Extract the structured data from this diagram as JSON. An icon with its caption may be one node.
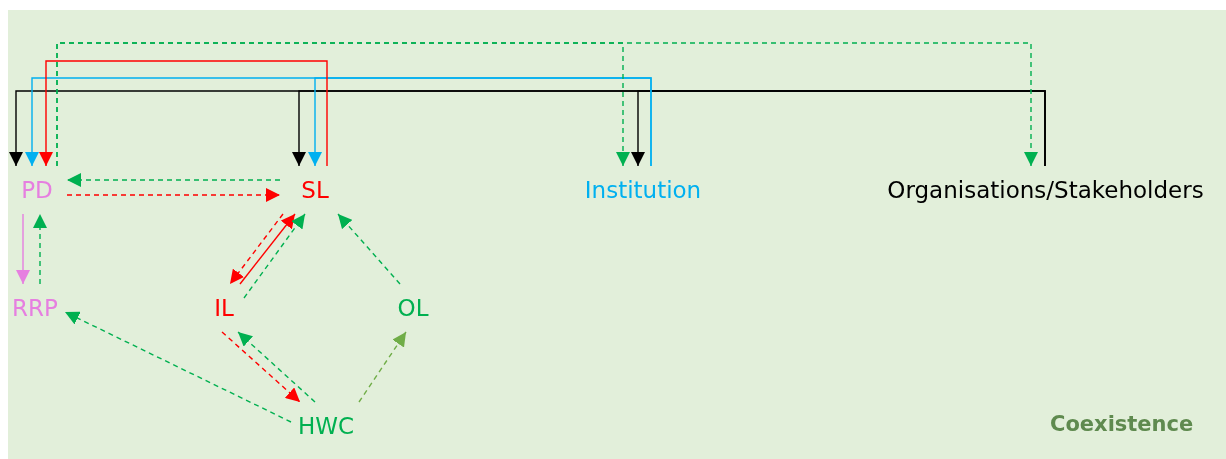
{
  "diagram": {
    "nodes": [
      {
        "text": [
          "PD"
        ]
      },
      {
        "text": [
          "SL"
        ]
      },
      {
        "text": [
          "Institution"
        ]
      },
      {
        "text": [
          "Organisations/Stakeholders"
        ]
      },
      {
        "text": [
          "RRP"
        ]
      },
      {
        "text": [
          "IL"
        ]
      },
      {
        "text": [
          "OL"
        ]
      },
      {
        "text": [
          "HWC"
        ]
      }
    ],
    "edges": [
      {
        "from": 3,
        "to": 0,
        "arrow": "to",
        "color": "#000000"
      },
      {
        "from": 3,
        "to": 1,
        "arrow": "to",
        "color": "#000000"
      },
      {
        "from": 3,
        "to": 2,
        "arrow": "to",
        "color": "#000000"
      },
      {
        "from": 2,
        "to": 0,
        "arrow": "to",
        "color": "#00b0f0"
      },
      {
        "from": 2,
        "to": 1,
        "arrow": "to",
        "color": "#00b0f0"
      },
      {
        "from": 1,
        "to": 0,
        "arrow": "to",
        "color": "#ff0000"
      },
      {
        "from": 0,
        "to": 2,
        "arrow": "to",
        "style": "dashed",
        "color": "#00b050"
      },
      {
        "from": 0,
        "to": 3,
        "arrow": "to",
        "style": "dashed",
        "color": "#00b050"
      },
      {
        "from": 1,
        "to": 0,
        "arrow": "to",
        "style": "dashed",
        "color": "#00b050"
      },
      {
        "from": 0,
        "to": 1,
        "arrow": "to",
        "style": "dashed",
        "color": "#ff0000"
      },
      {
        "from": 0,
        "to": 4,
        "arrow": "to",
        "color": "#e67fe0"
      },
      {
        "from": 4,
        "to": 0,
        "arrow": "to",
        "style": "dashed",
        "color": "#00b050"
      },
      {
        "from": 1,
        "to": 5,
        "arrow": "to",
        "style": "dashed",
        "color": "#ff0000"
      },
      {
        "from": 5,
        "to": 1,
        "arrow": "to",
        "color": "#ff0000"
      },
      {
        "from": 5,
        "to": 1,
        "arrow": "to",
        "style": "dashed",
        "color": "#00b050"
      },
      {
        "from": 6,
        "to": 1,
        "arrow": "to",
        "style": "dashed",
        "color": "#00b050"
      },
      {
        "from": 5,
        "to": 7,
        "arrow": "to",
        "style": "dashed",
        "color": "#ff0000"
      },
      {
        "from": 7,
        "to": 5,
        "arrow": "to",
        "style": "dashed",
        "color": "#00b050"
      },
      {
        "from": 7,
        "to": 4,
        "arrow": "to",
        "style": "dashed",
        "color": "#00b050"
      },
      {
        "from": 7,
        "to": 6,
        "arrow": "to",
        "style": "dashed",
        "color": "#70ad47"
      }
    ],
    "labels": [
      "Coexistence"
    ]
  }
}
